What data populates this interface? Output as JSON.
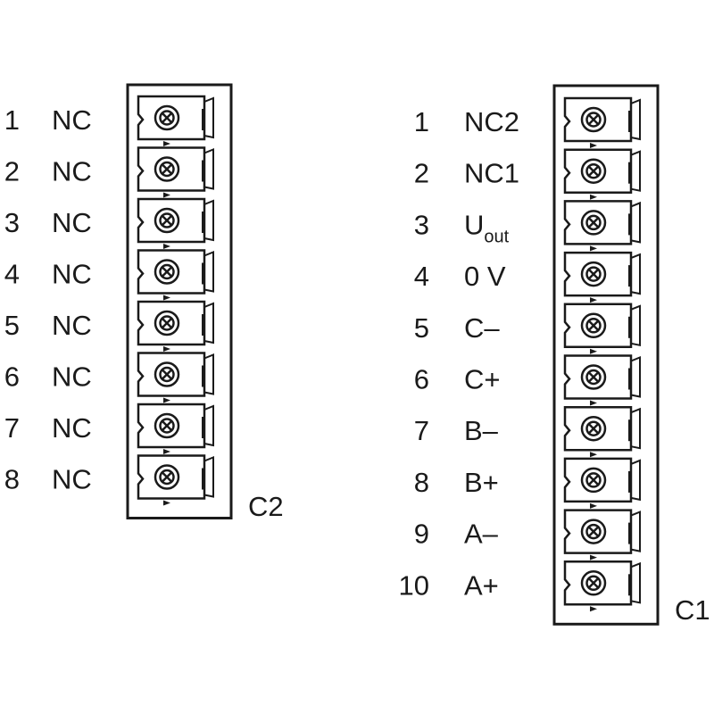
{
  "connectors": [
    {
      "id": "C2",
      "name": "C2",
      "pins": [
        {
          "number": "1",
          "label": "NC"
        },
        {
          "number": "2",
          "label": "NC"
        },
        {
          "number": "3",
          "label": "NC"
        },
        {
          "number": "4",
          "label": "NC"
        },
        {
          "number": "5",
          "label": "NC"
        },
        {
          "number": "6",
          "label": "NC"
        },
        {
          "number": "7",
          "label": "NC"
        },
        {
          "number": "8",
          "label": "NC"
        }
      ]
    },
    {
      "id": "C1",
      "name": "C1",
      "pins": [
        {
          "number": "1",
          "label": "NC2"
        },
        {
          "number": "2",
          "label": "NC1"
        },
        {
          "number": "3",
          "label": "U",
          "label_sub": "out"
        },
        {
          "number": "4",
          "label": "0 V"
        },
        {
          "number": "5",
          "label": "C–"
        },
        {
          "number": "6",
          "label": "C+"
        },
        {
          "number": "7",
          "label": "B–"
        },
        {
          "number": "8",
          "label": "B+"
        },
        {
          "number": "9",
          "label": "A–"
        },
        {
          "number": "10",
          "label": "A+"
        }
      ]
    }
  ]
}
